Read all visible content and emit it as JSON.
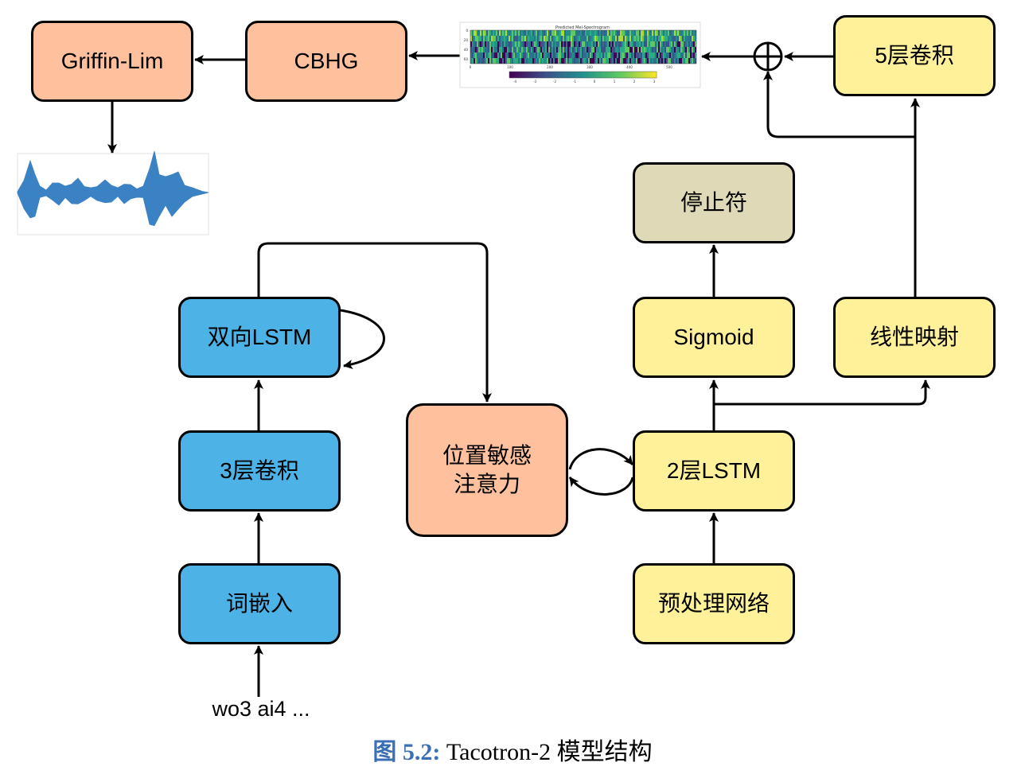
{
  "nodes": {
    "griffin_lim": "Griffin-Lim",
    "cbhg": "CBHG",
    "conv5": "5层卷积",
    "stop_token": "停止符",
    "sigmoid": "Sigmoid",
    "linear_proj": "线性映射",
    "bilstm": "双向LSTM",
    "conv3": "3层卷积",
    "embedding": "词嵌入",
    "attention": "位置敏感\n注意力",
    "lstm2": "2层LSTM",
    "prenet": "预处理网络"
  },
  "input_text": "wo3 ai4 ...",
  "spectrogram": {
    "title": "Predicted Mel-Spectrogram",
    "y_ticks": [
      "0",
      "20",
      "40",
      "60"
    ],
    "x_ticks": [
      "0",
      "100",
      "200",
      "300",
      "400",
      "500"
    ],
    "colorbar_ticks": [
      "-4",
      "-3",
      "-2",
      "-1",
      "0",
      "1",
      "2",
      "3"
    ]
  },
  "caption": {
    "label": "图 5.2:",
    "text": "Tacotron-2 模型结构"
  },
  "colors": {
    "salmon": "#ffc09e",
    "blue": "#4db3e6",
    "yellow": "#fff09a",
    "tan": "#e0d9b8",
    "waveform": "#3b82c4",
    "caption_label": "#3a6fb5"
  }
}
